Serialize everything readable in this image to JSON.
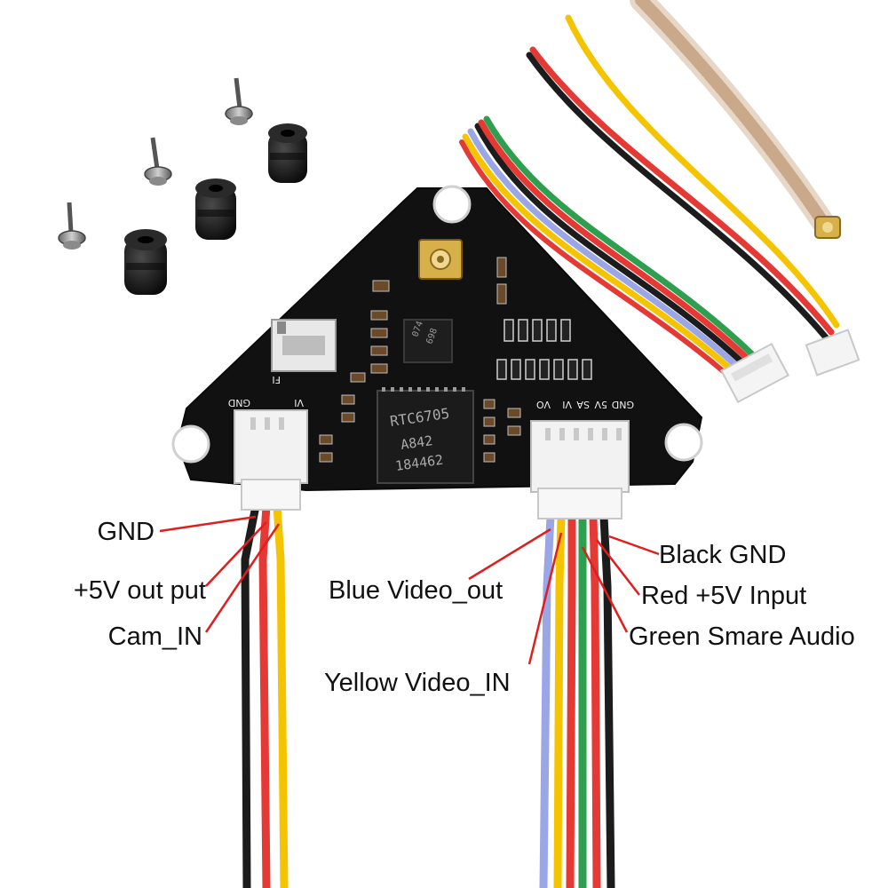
{
  "board": {
    "chip_lines": [
      "RTC6705",
      "A842",
      "184462"
    ],
    "small_chip_lines": [
      "074",
      "698"
    ],
    "silk_left": [
      "GND",
      "VI",
      "FI"
    ],
    "silk_right": [
      "GND",
      "5V",
      "SA",
      "VI",
      "VO"
    ]
  },
  "labels": {
    "left": {
      "gnd": "GND",
      "v5_out": "+5V out put",
      "cam_in": "Cam_IN"
    },
    "right": {
      "blue": "Blue Video_out",
      "yellow": "Yellow Video_IN",
      "black": "Black GND",
      "red": "Red +5V Input",
      "green": "Green Smare Audio"
    }
  },
  "colors": {
    "pcb": "#111111",
    "wire_black": "#1c1c1c",
    "wire_red": "#e53935",
    "wire_yellow": "#f5c400",
    "wire_green": "#2e9e4f",
    "wire_blue": "#9aa6e6",
    "pointer_line": "#e11d1d"
  },
  "icons": [
    "screw-icon",
    "rubber-grommet-icon",
    "ufl-antenna-connector-icon",
    "jst-connector-icon"
  ]
}
